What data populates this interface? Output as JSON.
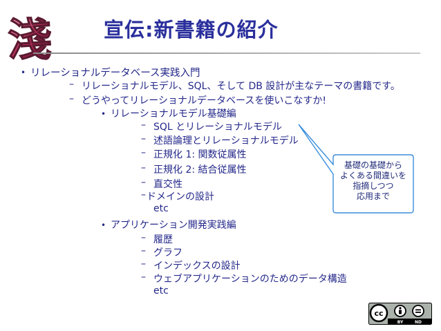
{
  "slide": {
    "title": "宣伝:新書籍の紹介",
    "logo": {
      "glyph": "淺",
      "icon": "kanji-logo-icon"
    },
    "outline": {
      "top_bullet": "リレーショナルデータベース実践入門",
      "sub_items": [
        "リレーショナルモデル、SQL、そして DB 設計が主なテーマの書籍です。",
        "どうやってリレーショナルデータベースを使いこなすか!"
      ],
      "sections": [
        {
          "heading": "リレーショナルモデル基礎編",
          "items": [
            "SQL とリレーショナルモデル",
            "述語論理とリレーショナルモデル",
            "正規化 1: 関数従属性",
            "正規化 2: 結合従属性",
            "直交性",
            "ドメインの設計",
            "etc"
          ]
        },
        {
          "heading": "アプリケーション開発実践編",
          "items": [
            "履歴",
            "グラフ",
            "インデックスの設計",
            "ウェブアプリケーションのためのデータ構造",
            "etc"
          ]
        }
      ]
    },
    "callout": {
      "lines": [
        "基礎の基礎から",
        "よくある間違いを",
        "指摘しつつ",
        "応用まで"
      ]
    },
    "license": {
      "badge_labels": [
        "cc",
        "BY",
        "ND"
      ],
      "icons": [
        "cc-icon",
        "attribution-icon",
        "no-derivatives-icon"
      ]
    },
    "colors": {
      "title": "#2a2f9c",
      "text": "#24288a",
      "callout_border": "#3a8edc"
    }
  }
}
